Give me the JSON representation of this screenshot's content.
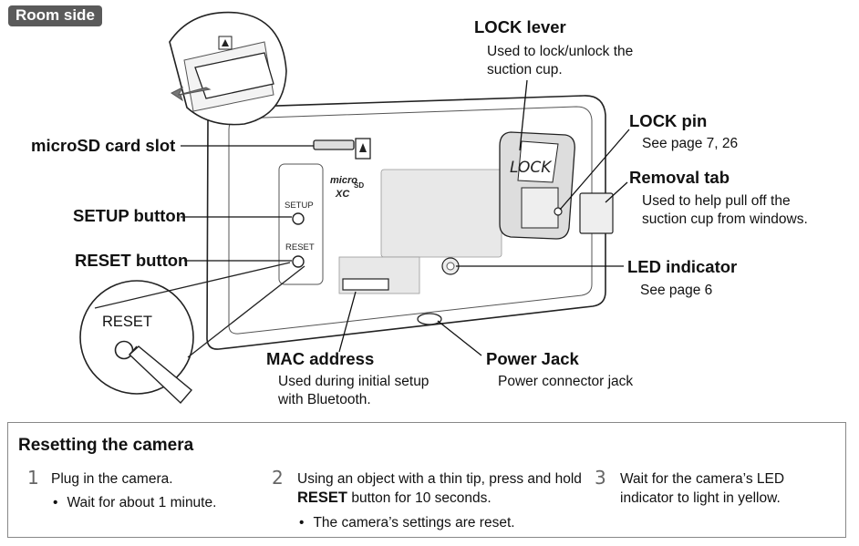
{
  "header_tag": "Room side",
  "labels": {
    "lock_lever": {
      "title": "LOCK lever",
      "desc": [
        "Used to lock/unlock the",
        "suction cup."
      ]
    },
    "lock_pin": {
      "title": "LOCK pin",
      "desc": [
        "See page 7, 26"
      ]
    },
    "removal_tab": {
      "title": "Removal tab",
      "desc": [
        "Used to help pull off the",
        "suction cup from windows."
      ]
    },
    "led_indicator": {
      "title": "LED indicator",
      "desc": [
        "See page 6"
      ]
    },
    "microsd_slot": {
      "title": "microSD card slot"
    },
    "setup_button": {
      "title": "SETUP button"
    },
    "reset_button": {
      "title": "RESET button"
    },
    "mac_address": {
      "title": "MAC address",
      "desc": [
        "Used during initial setup",
        "with Bluetooth."
      ]
    },
    "power_jack": {
      "title": "Power Jack",
      "desc": [
        "Power connector jack"
      ]
    }
  },
  "device_text": {
    "setup": "SETUP",
    "reset": "RESET",
    "lock": "LOCK",
    "micro_logo_top": "micro",
    "micro_logo_mid": "SD",
    "micro_logo_bottom": "XC",
    "zoom_reset": "RESET"
  },
  "reset_section": {
    "title": "Resetting the camera",
    "steps": [
      {
        "number": "1",
        "text": "Plug in the camera.",
        "bullet": "Wait for about 1 minute."
      },
      {
        "number": "2",
        "text_before": "Using an object with a thin tip, press and hold ",
        "keyword": "RESET",
        "text_after": " button for 10 seconds.",
        "bullet": "The camera’s settings are reset."
      },
      {
        "number": "3",
        "text": "Wait for the camera’s LED indicator to light in yellow."
      }
    ]
  },
  "colors": {
    "tag_bg": "#5a5a5a",
    "line": "#111111",
    "box_border": "#888888",
    "step_number": "#666666"
  }
}
